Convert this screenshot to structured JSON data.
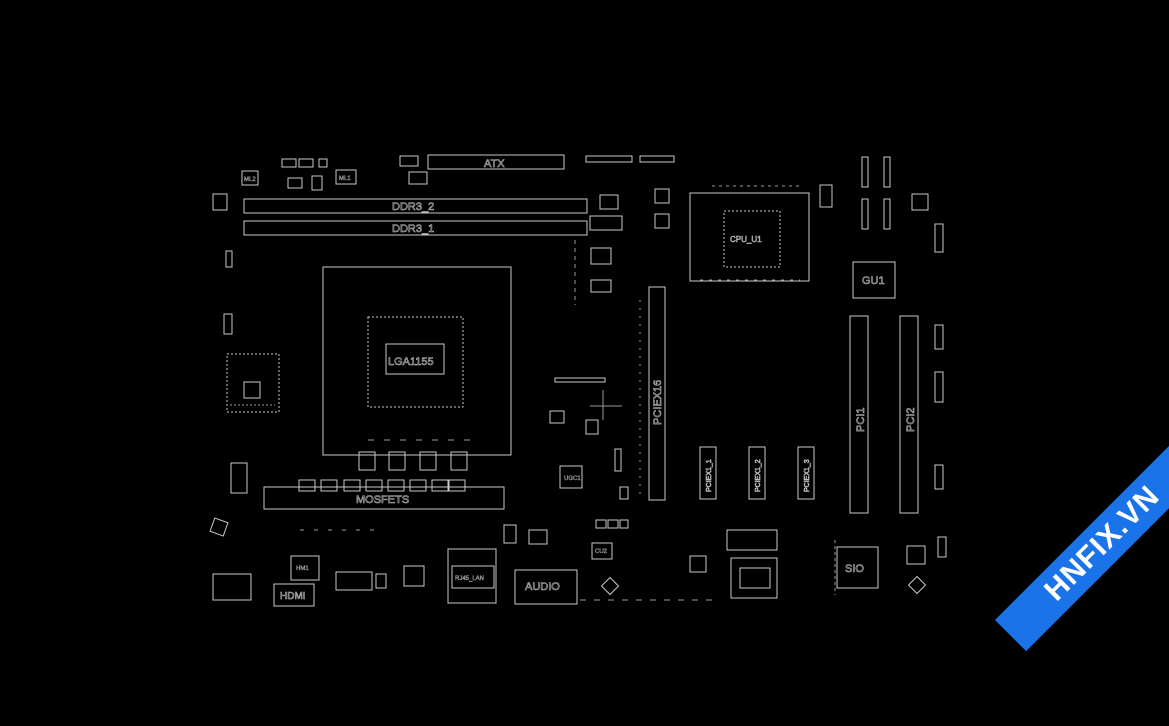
{
  "board": {
    "connectors": {
      "atx": "ATX",
      "ddr2": "DDR3_2",
      "ddr1": "DDR3_1",
      "hdmi": "HDMI",
      "audio": "AUDIO",
      "pciex16": "PCIEX16",
      "pciex1_1": "PCIEX1_1",
      "pciex1_2": "PCIEX1_2",
      "pciex1_3": "PCIEX1_3",
      "pci1": "PCI1",
      "pci2": "PCI2",
      "mosfets": "MOSFETS"
    },
    "chips": {
      "cpu": "LGA1155",
      "pch": "CPU_U1",
      "gu1": "GU1",
      "sio": "SIO",
      "lan": "RJ45_LAN",
      "ugc": "UGC1",
      "cu2": "CU2",
      "hm1": "HM1",
      "ml1": "ML1",
      "ml2": "ML2"
    }
  },
  "watermark": {
    "text": "HNFIX.VN",
    "bg": "#1a73e8",
    "accent": "#e53935"
  },
  "colors": {
    "background": "#000000",
    "outline": "#c8c8c8"
  }
}
